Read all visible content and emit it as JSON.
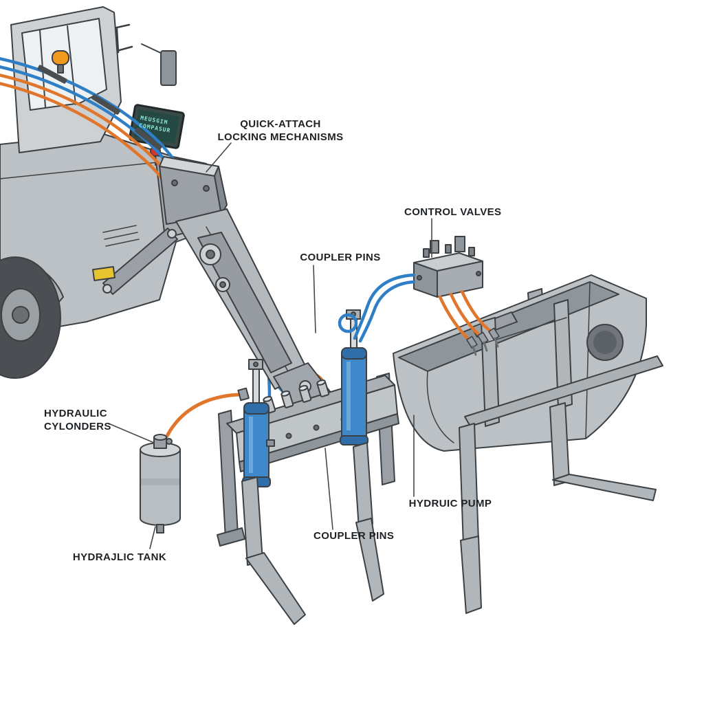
{
  "labels": {
    "quick_attach_line1": "QUICK-ATTACH",
    "quick_attach_line2": "LOCKING MECHANISMS",
    "control_valves": "CONTROL VALVES",
    "coupler_pins_top": "COUPLER PINS",
    "hydraulic_cylinders_line1": "HYDRAULIC",
    "hydraulic_cylinders_line2": "CYLONDERS",
    "hydraulic_pump": "HYDRUIC PUMP",
    "coupler_pins_bottom": "COUPLER PINS",
    "hydraulic_tank": "HYDRAJLIC TANK"
  },
  "screen": {
    "line1": "MEUSGIM",
    "line2": "COMPASUR"
  },
  "colors": {
    "background": "#ffffff",
    "machine_gray": "#bfc4c7",
    "panel_gray": "#9aa0a5",
    "outline": "#3c4043",
    "hose_blue": "#2f7fc6",
    "hose_orange": "#e0762c",
    "cylinder_blue": "#3f88c9",
    "beacon_orange": "#f29a1f",
    "warning_yellow": "#e8c430",
    "button_red": "#d9342b",
    "screen_teal": "#8fe6d4",
    "tire_dark": "#4b4f53",
    "label_text": "#1e2124"
  }
}
